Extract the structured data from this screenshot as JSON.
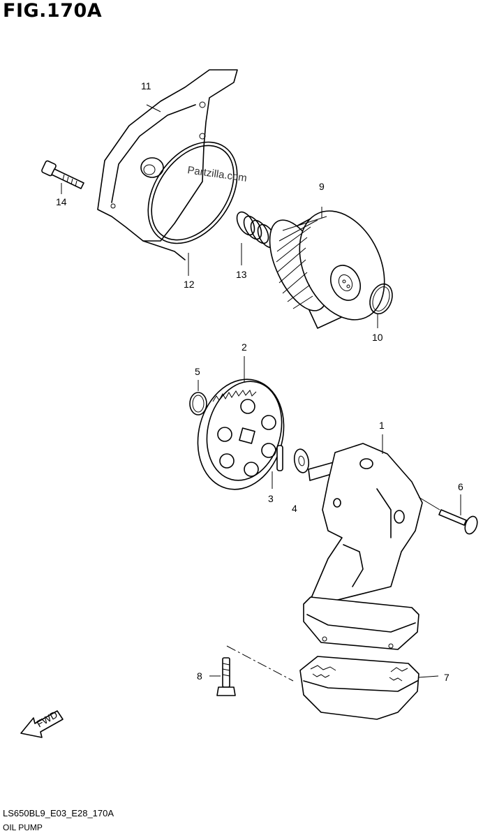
{
  "figure": {
    "title": "FIG.170A",
    "code": "LS650BL9_E03_E28_170A",
    "name": "OIL PUMP",
    "watermark": "Partzilla.com",
    "fwd_label": "FWD"
  },
  "callouts": [
    {
      "id": "11",
      "label": "11"
    },
    {
      "id": "14",
      "label": "14"
    },
    {
      "id": "12",
      "label": "12"
    },
    {
      "id": "13",
      "label": "13"
    },
    {
      "id": "9",
      "label": "9"
    },
    {
      "id": "10",
      "label": "10"
    },
    {
      "id": "2",
      "label": "2"
    },
    {
      "id": "5",
      "label": "5"
    },
    {
      "id": "1",
      "label": "1"
    },
    {
      "id": "3",
      "label": "3"
    },
    {
      "id": "4",
      "label": "4"
    },
    {
      "id": "6",
      "label": "6"
    },
    {
      "id": "8",
      "label": "8"
    },
    {
      "id": "7",
      "label": "7"
    }
  ]
}
